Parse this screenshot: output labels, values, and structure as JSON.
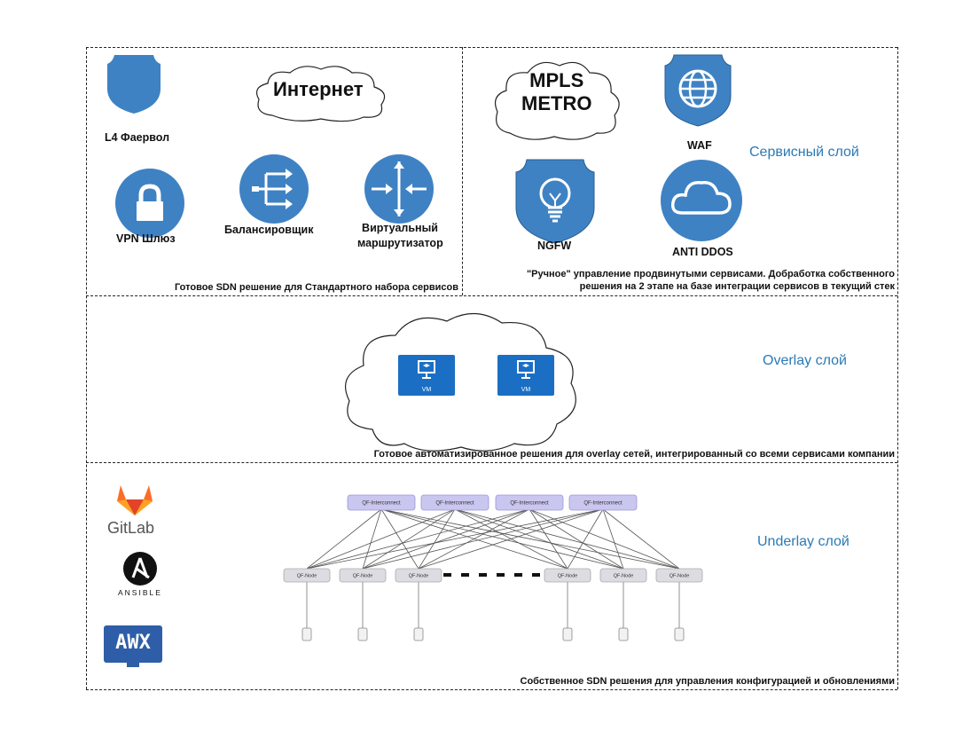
{
  "service_layer": {
    "layer_label": "Сервисный слой",
    "left_panel": {
      "items": [
        {
          "icon": "shield-icon",
          "label": "L4 Фаервол"
        },
        {
          "icon": "cloud-icon",
          "label": "Интернет"
        },
        {
          "icon": "lock-icon",
          "label": "VPN Шлюз"
        },
        {
          "icon": "load-balancer-icon",
          "label": "Балансировщик"
        },
        {
          "icon": "router-icon",
          "label_line1": "Виртуальный",
          "label_line2": "маршрутизатор"
        }
      ],
      "caption": "Готовое SDN решение для Стандартного набора сервисов"
    },
    "right_panel": {
      "items": [
        {
          "icon": "cloud-icon",
          "label_line1": "MPLS",
          "label_line2": "METRO"
        },
        {
          "icon": "globe-shield-icon",
          "label": "WAF"
        },
        {
          "icon": "lightbulb-shield-icon",
          "label": "NGFW"
        },
        {
          "icon": "cloud-circle-icon",
          "label": "ANTI DDOS"
        }
      ],
      "caption_line1": "\"Ручное\" управление продвинутыми сервисами. Добработка собственного",
      "caption_line2": "решения на 2 этапе на базе интеграции сервисов в текущий стек"
    }
  },
  "overlay_layer": {
    "layer_label": "Overlay слой",
    "vms": [
      {
        "label": "VM"
      },
      {
        "label": "VM"
      }
    ],
    "caption": "Готовое автоматизированное решения для overlay сетей, интегрированный со всеми сервисами компании"
  },
  "underlay_layer": {
    "layer_label": "Underlay слой",
    "tools": [
      {
        "icon": "gitlab-icon",
        "label": "GitLab"
      },
      {
        "icon": "ansible-icon",
        "label": "ANSIBLE"
      },
      {
        "icon": "awx-icon",
        "label": "AWX"
      }
    ],
    "spines": [
      "QF-Interconnect",
      "QF-Interconnect",
      "QF-Interconnect",
      "QF-Interconnect"
    ],
    "leaves": [
      "QF-Node",
      "QF-Node",
      "QF-Node",
      "QF-Node",
      "QF-Node",
      "QF-Node"
    ],
    "caption": "Собственное SDN решения для управления конфигурацией и обновлениями"
  },
  "colors": {
    "icon_blue": "#3e82c4",
    "layer_label": "#2a7ab5",
    "vm_blue": "#1a6fc4",
    "spine_purple": "#c9c6f0"
  }
}
